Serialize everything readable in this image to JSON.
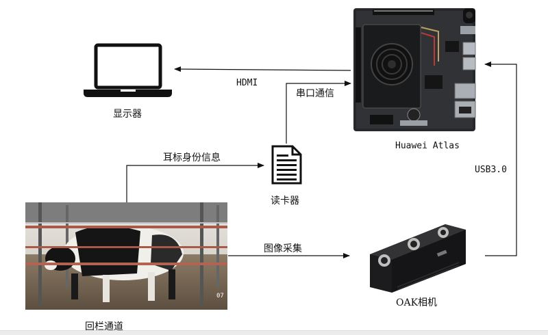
{
  "nodes": {
    "display": {
      "label": "显示器",
      "icon": "laptop-icon"
    },
    "board": {
      "label": "Huawei Atlas",
      "icon": "dev-board-icon"
    },
    "card_reader": {
      "label": "读卡器",
      "icon": "document-icon"
    },
    "pen": {
      "label": "回栏通道",
      "icon": "cow-photo",
      "frame_number": "07"
    },
    "camera": {
      "label": "OAK相机",
      "icon": "camera-icon"
    }
  },
  "edges": {
    "hdmi": "HDMI",
    "serial": "串口通信",
    "ear_tag": "耳标身份信息",
    "capture": "图像采集",
    "usb": "USB3.0"
  }
}
